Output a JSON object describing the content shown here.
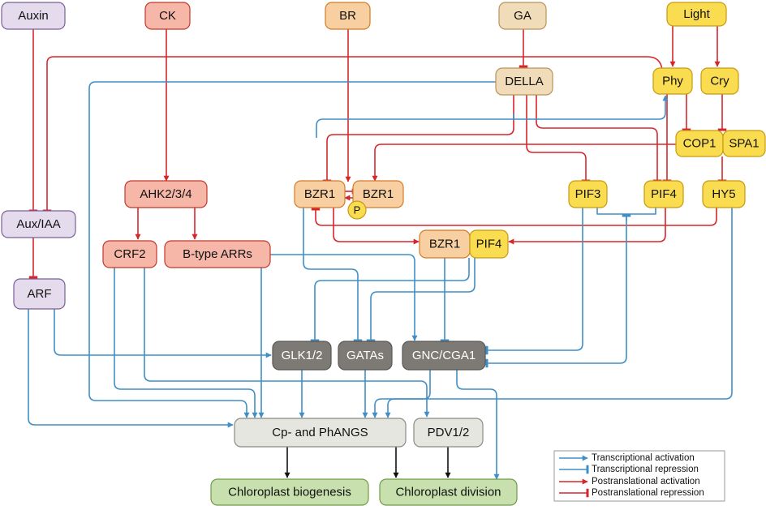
{
  "colors": {
    "transcriptional": "#3f8fc6",
    "postranslational": "#d7262b",
    "black": "#111111"
  },
  "nodes": {
    "auxin": "Auxin",
    "ck": "CK",
    "br": "BR",
    "ga": "GA",
    "light": "Light",
    "della": "DELLA",
    "phy": "Phy",
    "cry": "Cry",
    "cop1": "COP1",
    "spa1": "SPA1",
    "ahk": "AHK2/3/4",
    "bzr1_left": "BZR1",
    "bzr1_right": "BZR1",
    "p": "P",
    "pif3": "PIF3",
    "pif4_top": "PIF4",
    "hy5": "HY5",
    "aux_iaa": "Aux/IAA",
    "crf2": "CRF2",
    "b_arrs": "B-type ARRs",
    "bzr1_mid": "BZR1",
    "pif4_mid": "PIF4",
    "arf": "ARF",
    "glk": "GLK1/2",
    "gatas": "GATAs",
    "gnc": "GNC/CGA1",
    "cp_phangs": "Cp- and PhANGS",
    "pdv": "PDV1/2",
    "chl_biogenesis": "Chloroplast biogenesis",
    "chl_division": "Chloroplast division"
  },
  "legend": {
    "items": [
      {
        "label": "Transcriptional activation",
        "kind": "activation",
        "color": "transcriptional"
      },
      {
        "label": "Transcriptional repression",
        "kind": "repression",
        "color": "transcriptional"
      },
      {
        "label": "Postranslational activation",
        "kind": "activation",
        "color": "postranslational"
      },
      {
        "label": "Postranslational repression",
        "kind": "repression",
        "color": "postranslational"
      }
    ]
  }
}
